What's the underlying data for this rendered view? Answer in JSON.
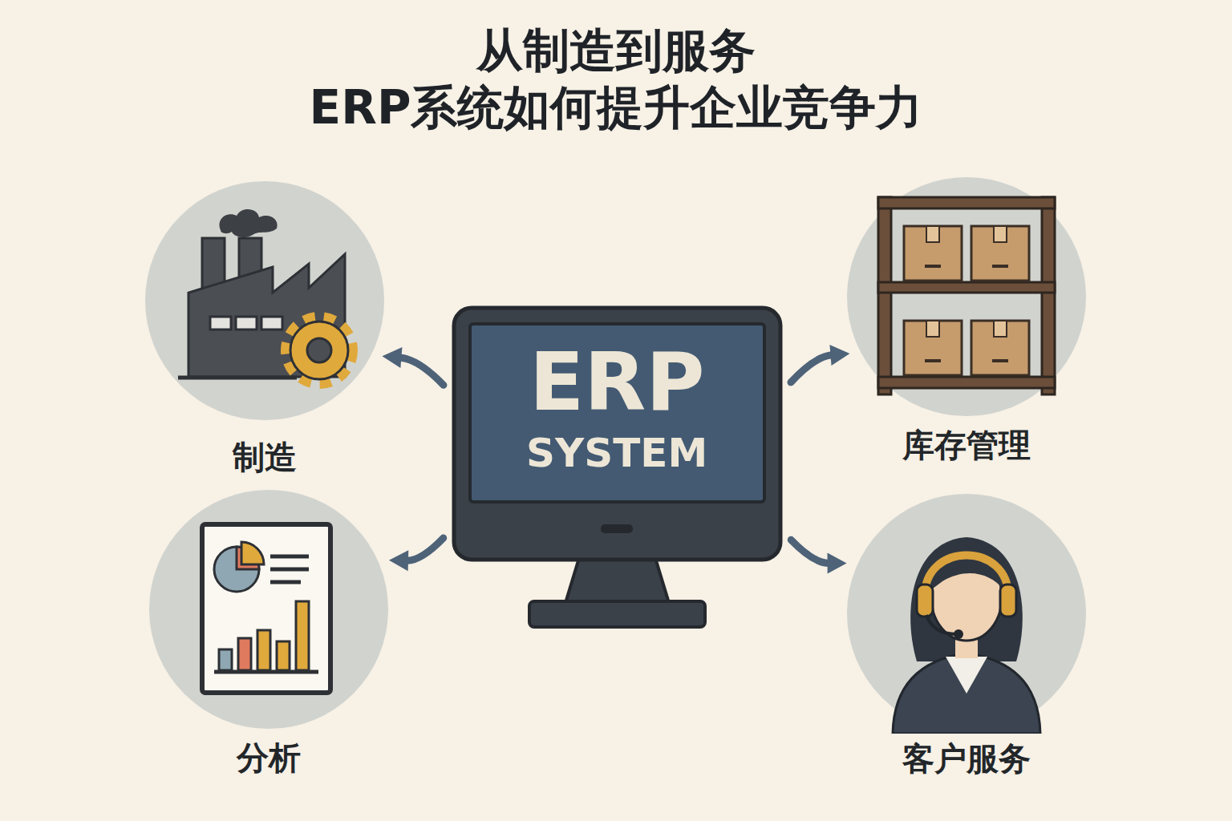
{
  "diagram": {
    "title": "从制造到服务 ERP系统如何提升企业竞争力",
    "nodes": [
      {
        "text": [
          "制造"
        ]
      },
      {
        "text": [
          "ERP",
          "SYSTEM"
        ]
      },
      {
        "text": [
          "库存管理"
        ]
      },
      {
        "text": [
          "分析"
        ]
      },
      {
        "text": [
          "客户服务"
        ]
      }
    ],
    "edges": [
      {
        "from": 1,
        "to": 0,
        "arrow": "to"
      },
      {
        "from": 1,
        "to": 2,
        "arrow": "to"
      },
      {
        "from": 1,
        "to": 3,
        "arrow": "to"
      },
      {
        "from": 1,
        "to": 4,
        "arrow": "to"
      }
    ]
  }
}
